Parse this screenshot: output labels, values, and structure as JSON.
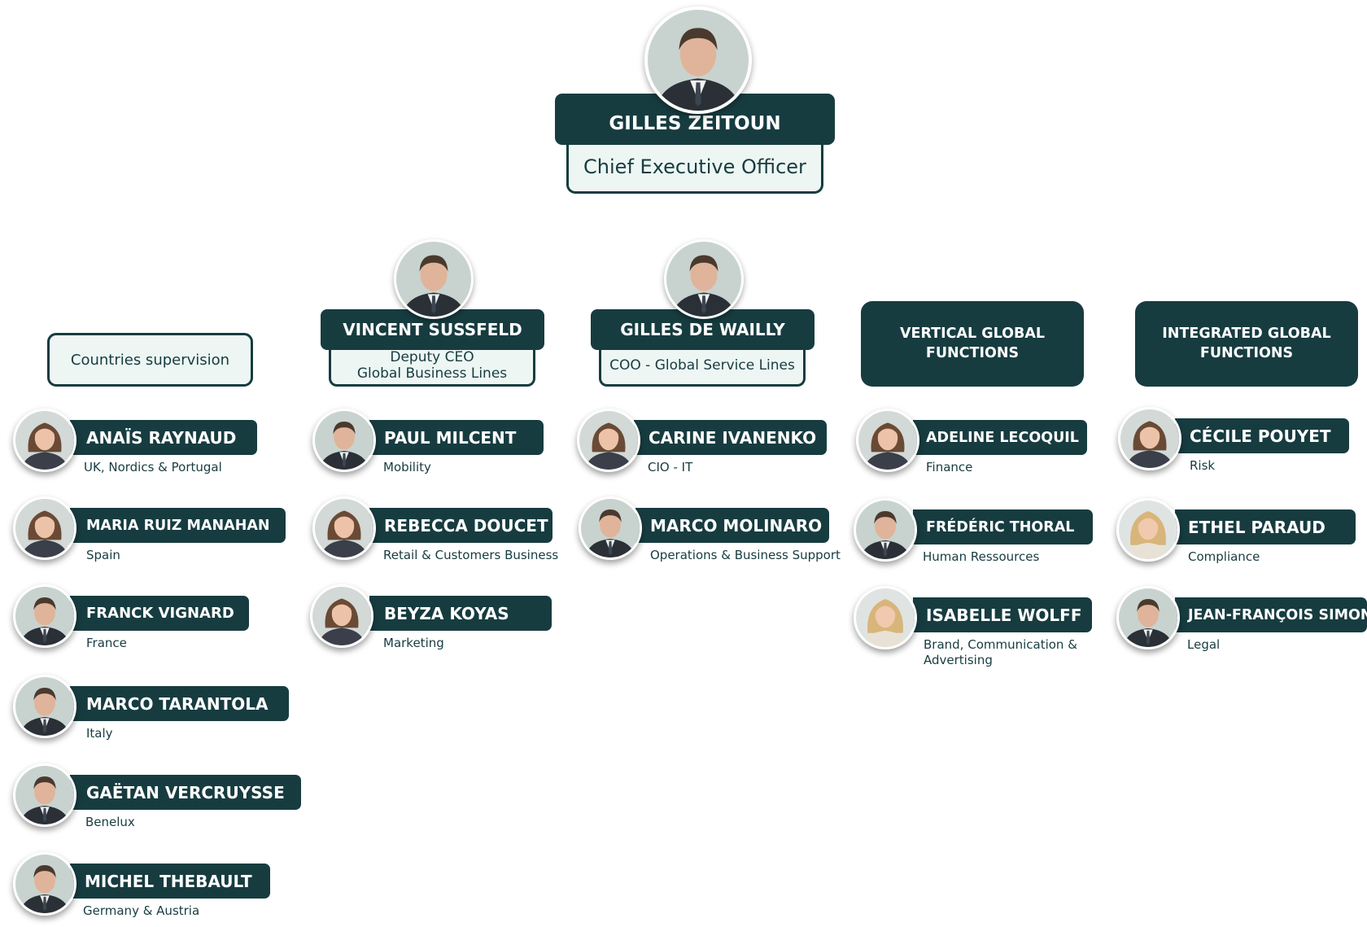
{
  "ceo": {
    "name": "GILLES ZEITOUN",
    "title": "Chief Executive Officer"
  },
  "countries_header": "Countries supervision",
  "vincent": {
    "name": "VINCENT SUSSFELD",
    "title_line1": "Deputy CEO",
    "title_line2": "Global Business Lines"
  },
  "gilles_dw": {
    "name": "GILLES DE WAILLY",
    "title": "COO - Global Service Lines"
  },
  "vertical": {
    "line1": "VERTICAL GLOBAL",
    "line2": "FUNCTIONS"
  },
  "integrated": {
    "line1": "INTEGRATED GLOBAL",
    "line2": "FUNCTIONS"
  },
  "countries": [
    {
      "name": "ANAÏS RAYNAUD",
      "role": "UK, Nordics & Portugal"
    },
    {
      "name": "MARIA RUIZ MANAHAN",
      "role": "Spain"
    },
    {
      "name": "FRANCK VIGNARD",
      "role": "France"
    },
    {
      "name": "MARCO TARANTOLA",
      "role": "Italy"
    },
    {
      "name": "GAËTAN VERCRUYSSE",
      "role": "Benelux"
    },
    {
      "name": "MICHEL THEBAULT",
      "role": "Germany & Austria"
    }
  ],
  "business": [
    {
      "name": "PAUL MILCENT",
      "role": "Mobility"
    },
    {
      "name": "REBECCA DOUCET",
      "role": "Retail  & Customers Business"
    },
    {
      "name": "BEYZA KOYAS",
      "role": "Marketing"
    }
  ],
  "service": [
    {
      "name": "CARINE IVANENKO",
      "role": "CIO - IT"
    },
    {
      "name": "MARCO MOLINARO",
      "role": "Operations & Business Support"
    }
  ],
  "vertical_people": [
    {
      "name": "ADELINE LECOQUIL",
      "role": "Finance"
    },
    {
      "name": "FRÉDÉRIC THORAL",
      "role": "Human Ressources"
    },
    {
      "name": "ISABELLE WOLFF",
      "role_line1": "Brand, Communication &",
      "role_line2": "Advertising"
    }
  ],
  "integrated_people": [
    {
      "name": "CÉCILE POUYET",
      "role": "Risk"
    },
    {
      "name": "ETHEL PARAUD",
      "role": "Compliance"
    },
    {
      "name": "JEAN-FRANÇOIS SIMON",
      "role": "Legal"
    }
  ],
  "colors": {
    "brand_dark": "#173c40",
    "brand_light": "#edf6f3"
  }
}
